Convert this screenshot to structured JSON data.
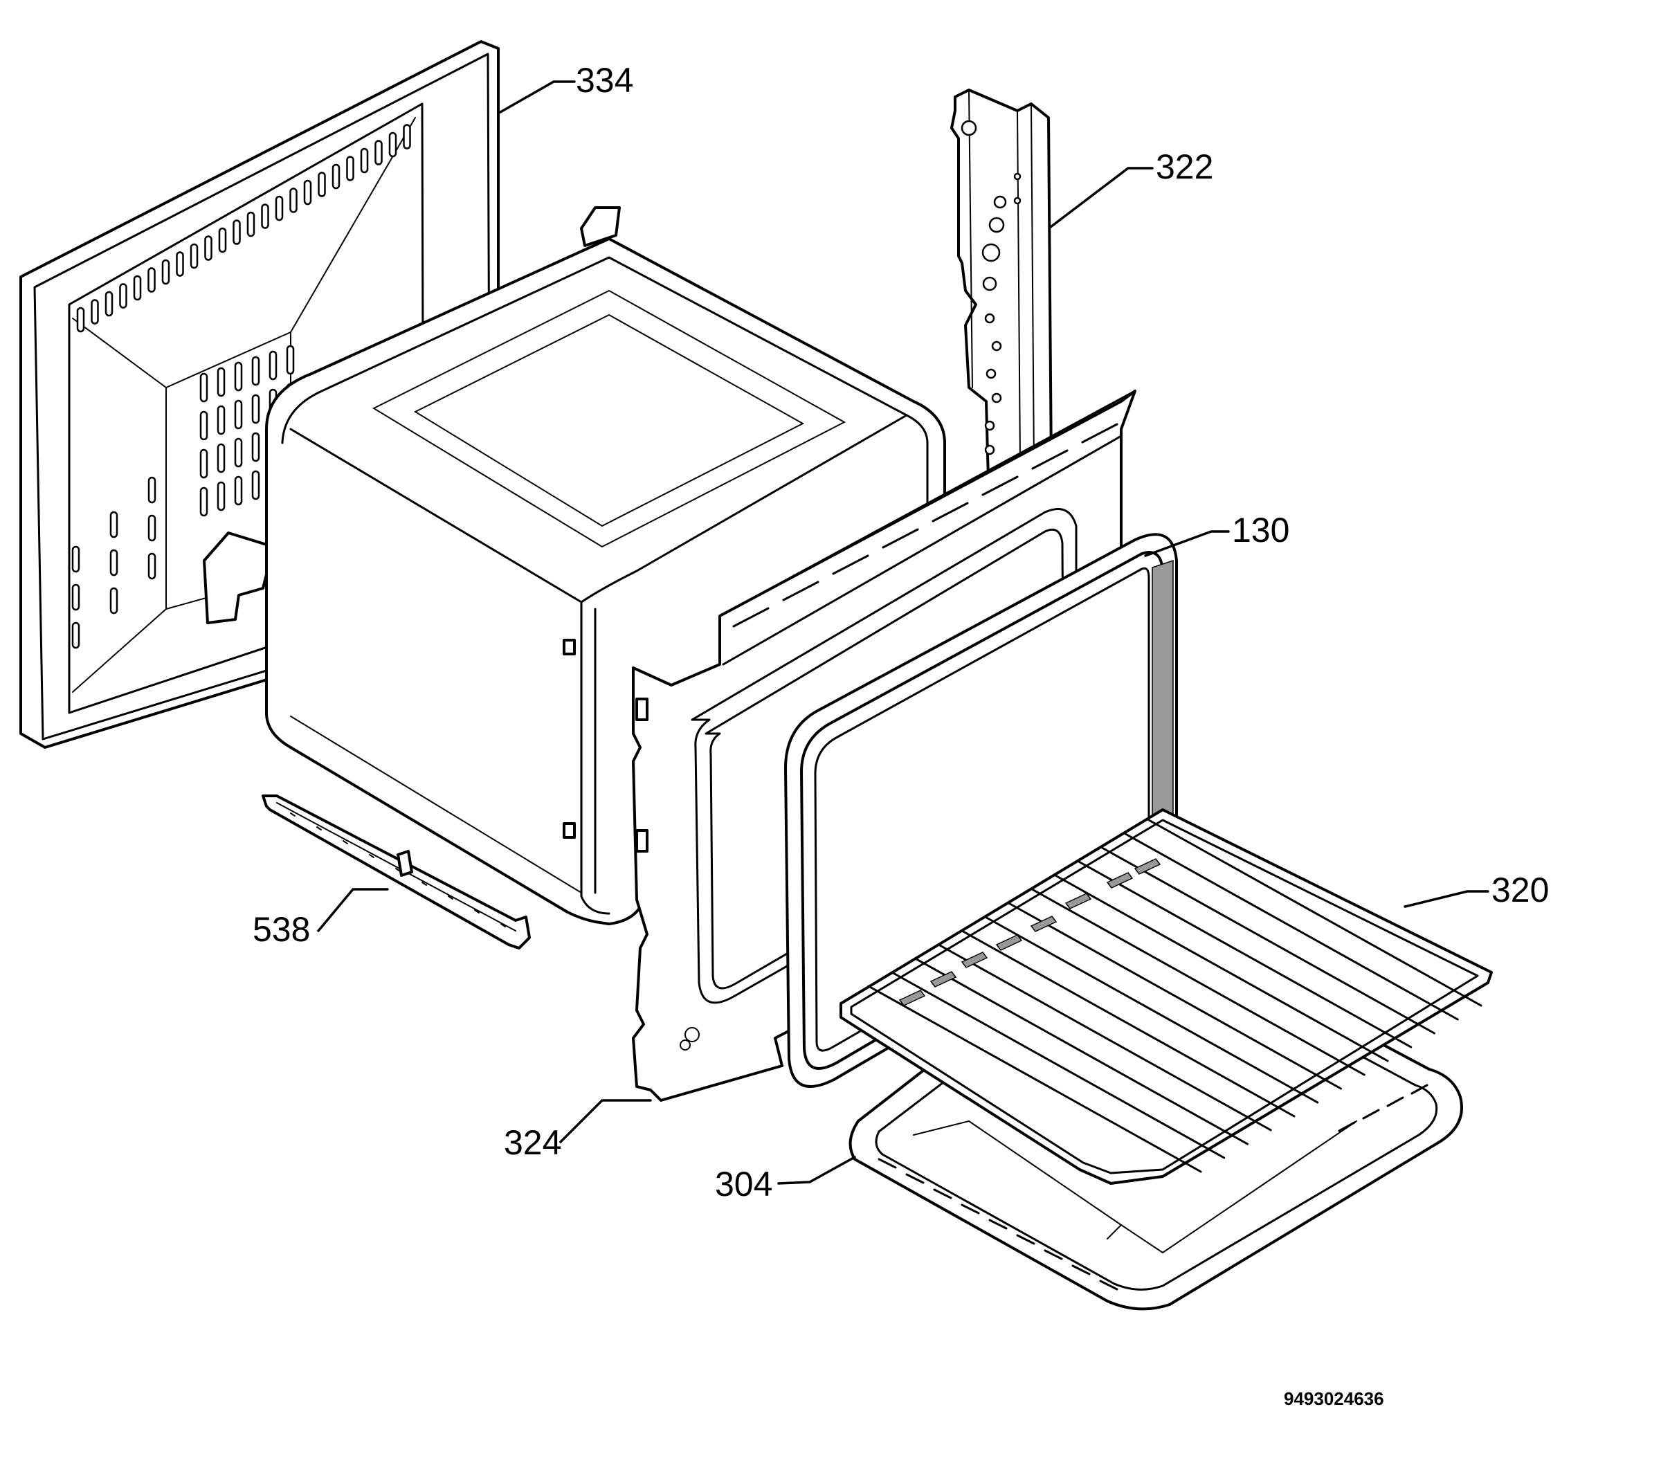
{
  "parts": [
    {
      "id": "back-panel",
      "label": "334"
    },
    {
      "id": "side-runner",
      "label": "322"
    },
    {
      "id": "door-seal",
      "label": "130"
    },
    {
      "id": "wire-shelf",
      "label": "320"
    },
    {
      "id": "bottom-rail",
      "label": "538"
    },
    {
      "id": "front-frame",
      "label": "324"
    },
    {
      "id": "baking-tray",
      "label": "304"
    }
  ],
  "drawing_number": "9493024636",
  "colors": {
    "line": "#000000",
    "fill": "#ffffff",
    "hatch": "#999999"
  }
}
